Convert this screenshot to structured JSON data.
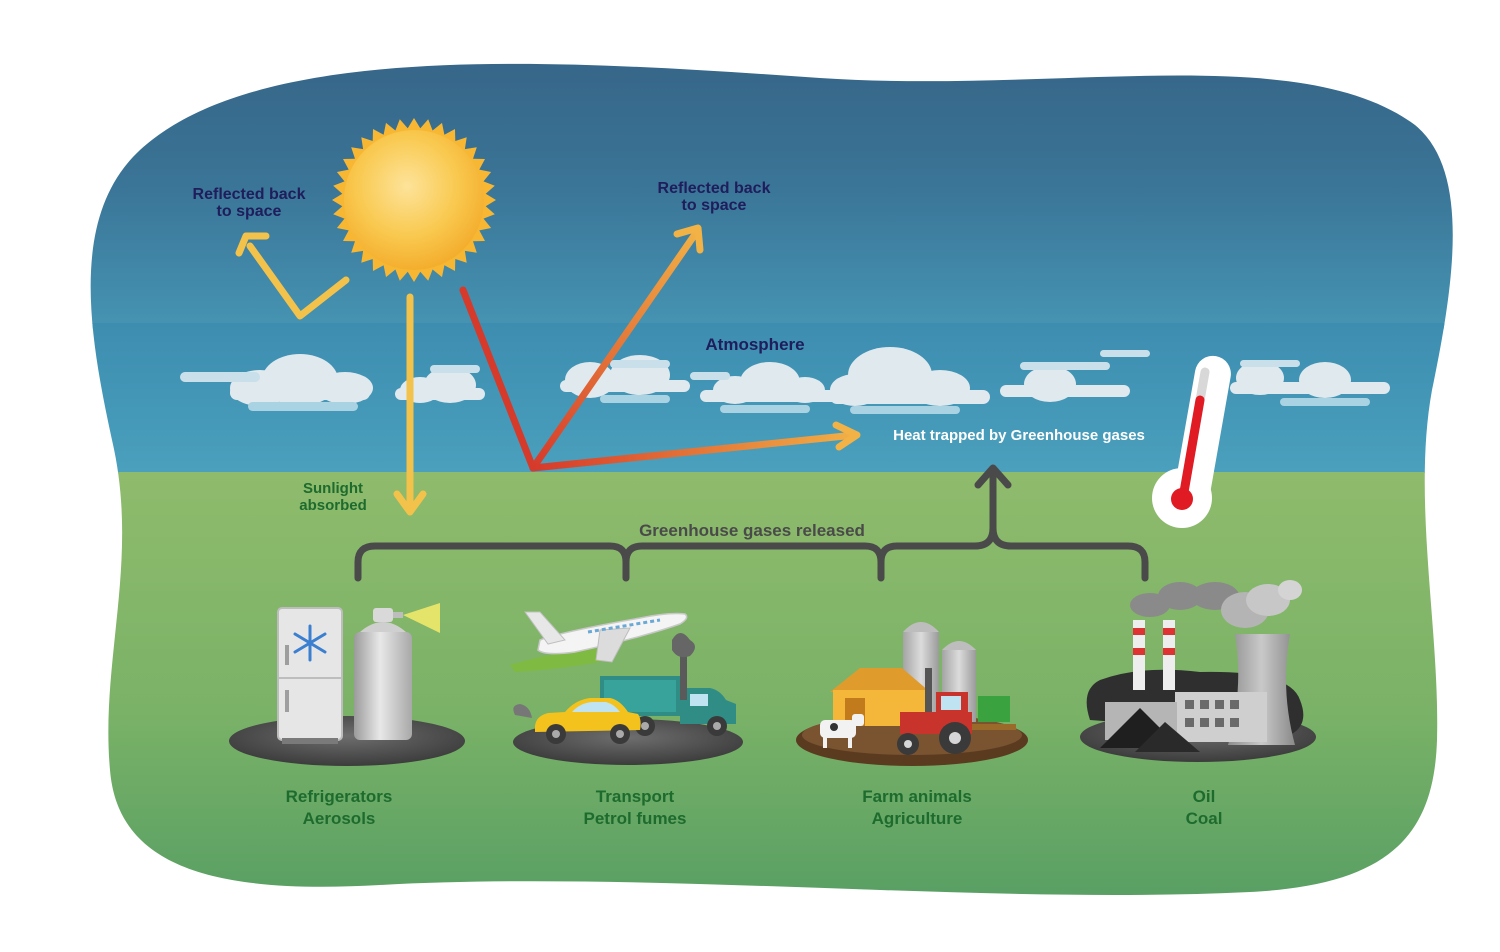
{
  "labels": {
    "reflected_left_1": "Reflected back",
    "reflected_left_2": "to space",
    "reflected_right_1": "Reflected back",
    "reflected_right_2": "to space",
    "atmosphere": "Atmosphere",
    "heat_trapped": "Heat trapped by Greenhouse gases",
    "sunlight_1": "Sunlight",
    "sunlight_2": "absorbed",
    "ghg_released": "Greenhouse gases released"
  },
  "sources": [
    {
      "line1": "Refrigerators",
      "line2": "Aerosols",
      "icon": "fridge-aerosol-icon"
    },
    {
      "line1": "Transport",
      "line2": "Petrol fumes",
      "icon": "transport-icon"
    },
    {
      "line1": "Farm animals",
      "line2": "Agriculture",
      "icon": "farm-icon"
    },
    {
      "line1": "Oil",
      "line2": "Coal",
      "icon": "power-plant-icon"
    }
  ],
  "colors": {
    "sky_top": "#355f82",
    "sky_bottom": "#4694b3",
    "ground_top": "#8fbb6c",
    "ground_bottom": "#4f9a63",
    "sun": "#f7b733",
    "sunlight_arrow": "#f3c24a",
    "heat_arrow": "#d63a2b",
    "bracket": "#4a4a4a",
    "thermometer": "#e01b24"
  }
}
